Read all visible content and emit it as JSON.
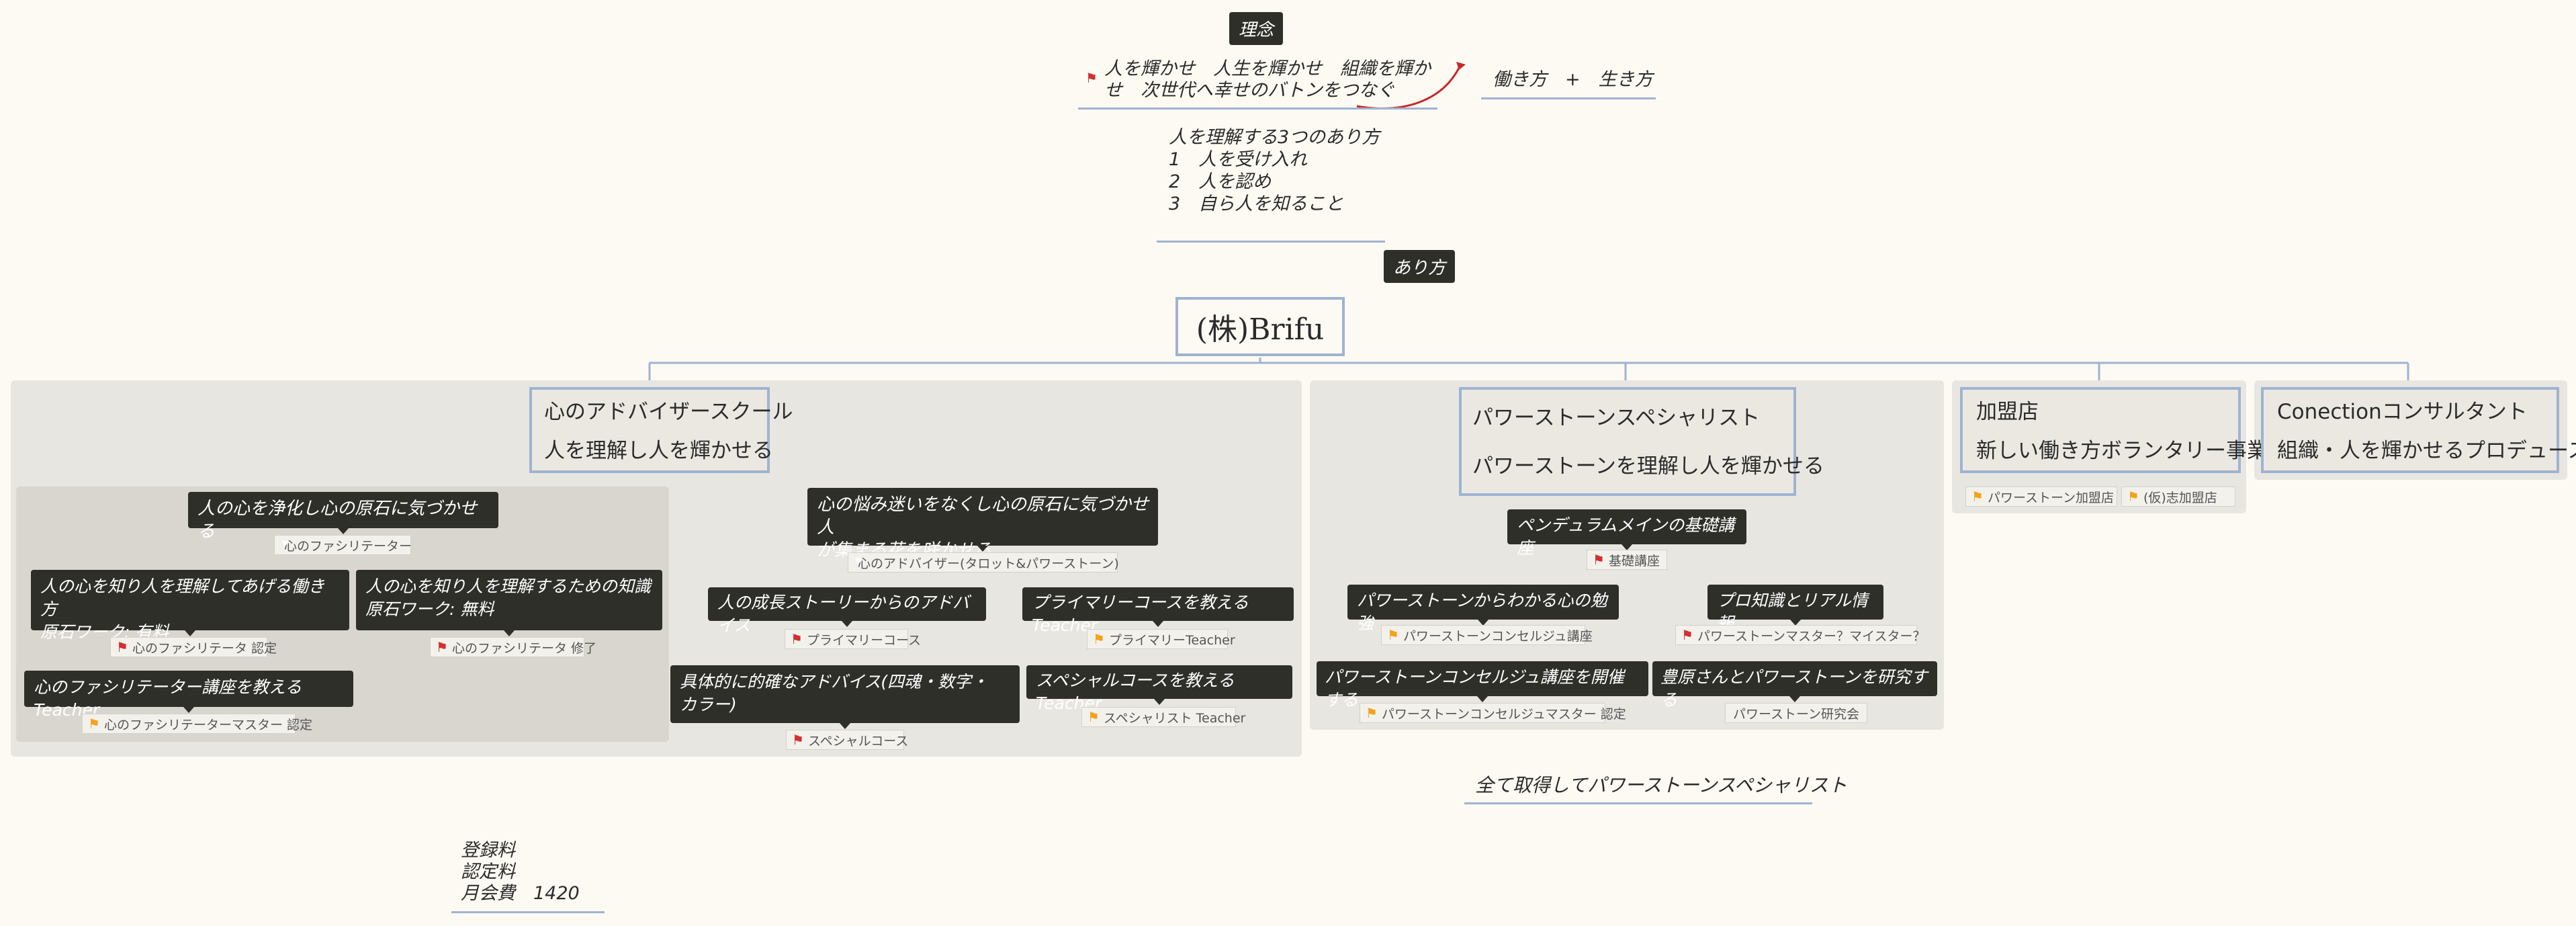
{
  "top": {
    "rinen_tag": "理念",
    "rinen_text_line1": "人を輝かせ　人生を輝かせ　組織を輝か",
    "rinen_text_line2": "せ　次世代へ幸せのバトンをつなぐ",
    "hataraki": "働き方　+　生き方",
    "arikata_lines": [
      "人を理解する3つのあり方",
      "1　人を受け入れ",
      "2　人を認め",
      "3　自ら人を知ること"
    ],
    "arikata_tag": "あり方"
  },
  "root": {
    "label": "(株)Brifu"
  },
  "branches": {
    "school": {
      "title_line1": "心のアドバイザースクール",
      "title_line2": "人を理解し人を輝かせる",
      "left_group": {
        "n1": {
          "label": "人の心を浄化し心の原石に気づかせる",
          "chip": "心のファシリテーター"
        },
        "n2": {
          "label_line1": "人の心を知り人を理解してあげる働き方",
          "label_line2": "原石ワーク: 有料",
          "chip": "心のファシリテータ 認定"
        },
        "n3": {
          "label_line1": "人の心を知り人を理解するための知識",
          "label_line2": "原石ワーク: 無料",
          "chip": "心のファシリテータ 修了"
        },
        "n4": {
          "label": "心のファシリテーター講座を教えるTeacher",
          "chip": "心のファシリテーターマスター 認定"
        }
      },
      "right_group": {
        "n1": {
          "label_line1": "心の悩み迷いをなくし心の原石に気づかせ人",
          "label_line2": "が集まる花を咲かせる",
          "chip": "心のアドバイザー(タロット&パワーストーン)"
        },
        "n2": {
          "label": "人の成長ストーリーからのアドバイス",
          "chip": "プライマリーコース"
        },
        "n3": {
          "label": "プライマリーコースを教えるTeacher",
          "chip": "プライマリーTeacher"
        },
        "n4": {
          "label_line1": "具体的に的確なアドバイス(四魂・数字・",
          "label_line2": "カラー)",
          "chip": "スペシャルコース"
        },
        "n5": {
          "label": "スペシャルコースを教えるTeacher",
          "chip": "スペシャリスト Teacher"
        }
      }
    },
    "powerstone": {
      "title_line1": "パワーストーンスペシャリスト",
      "title_line2": "パワーストーンを理解し人を輝かせる",
      "n1": {
        "label": "ペンデュラムメインの基礎講座",
        "chip": "基礎講座"
      },
      "n2": {
        "label": "パワーストーンからわかる心の勉強",
        "chip": "パワーストーンコンセルジュ講座"
      },
      "n3": {
        "label": "プロ知識とリアル情報",
        "chip": "パワーストーンマスター？マイスター？"
      },
      "n4": {
        "label": "パワーストーンコンセルジュ講座を開催する",
        "chip": "パワーストーンコンセルジュマスター 認定"
      },
      "n5": {
        "label": "豊原さんとパワーストーンを研究する",
        "chip": "パワーストーン研究会"
      },
      "footer": "全て取得してパワーストーンスペシャリスト"
    },
    "kamei": {
      "title_line1": "加盟店",
      "title_line2": "新しい働き方ボランタリー事業",
      "chip1": "パワーストーン加盟店",
      "chip2": "(仮)志加盟店"
    },
    "consult": {
      "title_line1": "Conectionコンサルタント",
      "title_line2": "組織・人を輝かせるプロデュース"
    }
  },
  "fees": {
    "lines": [
      "登録料",
      "認定料",
      "月会費　1420"
    ]
  },
  "colors": {
    "background": "#fdfaf3",
    "node_dark": "#2f2f2a",
    "connector": "#9fb3d0",
    "flag_red": "#d32f2f",
    "flag_orange": "#f4a21a",
    "arrow_red": "#c62828"
  }
}
